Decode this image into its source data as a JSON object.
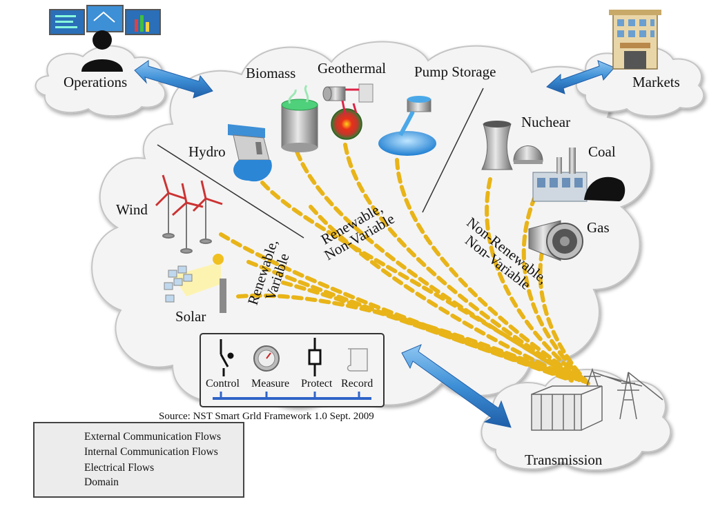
{
  "domains": {
    "operations": "Operations",
    "markets": "Markets",
    "transmission": "Transmission"
  },
  "sources": {
    "biomass": "Biomass",
    "geothermal": "Geothermal",
    "pump_storage": "Pump Storage",
    "hydro": "Hydro",
    "wind": "Wind",
    "solar": "Solar",
    "nuclear": "Nuchear",
    "coal": "Coal",
    "gas": "Gas"
  },
  "categories": {
    "renewable_variable": [
      "Renewable,",
      "Variable"
    ],
    "renewable_non_variable": [
      "Renewable,",
      "Non-Variable"
    ],
    "non_renewable_non_variable": [
      "Non-Renewable,",
      "Non-Variable"
    ]
  },
  "controls": {
    "control": "Control",
    "measure": "Measure",
    "protect": "Protect",
    "record": "Record"
  },
  "source_note": "Source: NST Smart Grld Framework 1.0 Sept. 2009",
  "legend": {
    "external": "External Communication Flows",
    "internal": "Internal Communication Flows",
    "electrical": "Electrical Flows",
    "domain": "Domain"
  },
  "colors": {
    "electrical_flow": "#e8b418",
    "external_flow": "#3d8fd6",
    "internal_flow": "#2f64c8",
    "cloud_fill": "#f4f4f4",
    "cloud_stroke": "#c8c8c8"
  }
}
